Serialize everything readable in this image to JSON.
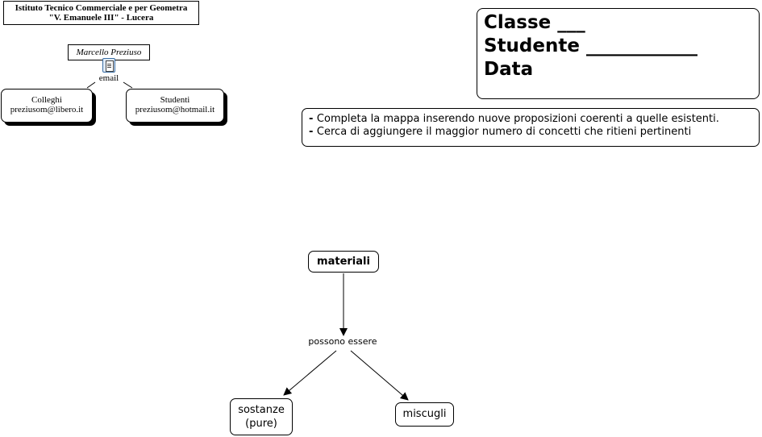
{
  "header": {
    "school_line1": "Istituto Tecnico Commerciale e per Geometra",
    "school_line2": "\"V. Emanuele III\" - Lucera"
  },
  "author": {
    "name": "Marcello Preziuso",
    "link_label": "email",
    "contacts": [
      {
        "title": "Colleghi",
        "email": "preziusom@libero.it"
      },
      {
        "title": "Studenti",
        "email": "preziusom@hotmail.it"
      }
    ]
  },
  "student_box": {
    "line1": "Classe ___",
    "line2": "Studente ____________",
    "line3": "Data"
  },
  "instructions": {
    "items": [
      "Completa la mappa inserendo nuove proposizioni coerenti a quelle esistenti.",
      "Cerca di aggiungere il maggior numero di concetti che ritieni pertinenti"
    ]
  },
  "map": {
    "root": "materiali",
    "link": "possono essere",
    "children": [
      "sostanze",
      "(pure)",
      "miscugli"
    ]
  },
  "colors": {
    "icon_fill": "#dfeaf7",
    "icon_border": "#3a6ea5"
  }
}
